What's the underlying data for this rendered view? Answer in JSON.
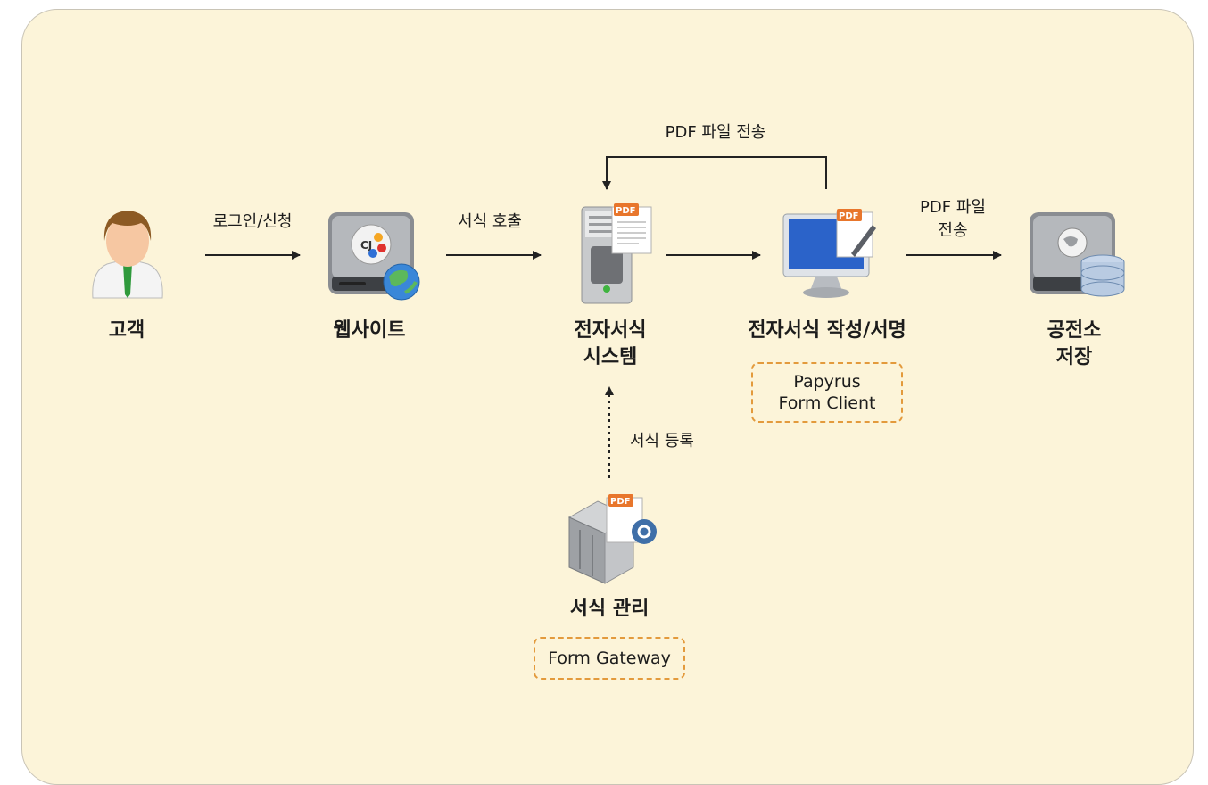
{
  "nodes": {
    "customer": "고객",
    "website": "웹사이트",
    "system": [
      "전자서식",
      "시스템"
    ],
    "signing": "전자서식 작성/서명",
    "notary": [
      "공전소",
      "저장"
    ],
    "management": "서식 관리"
  },
  "edges": {
    "login": "로그인/신청",
    "call": "서식 호출",
    "pdf_send_top": "PDF 파일 전송",
    "pdf_send_right": [
      "PDF 파일",
      "전송"
    ],
    "register": "서식 등록"
  },
  "boxes": {
    "client": [
      "Papyrus",
      "Form Client"
    ],
    "gateway": "Form Gateway"
  },
  "badges": {
    "pdf": "PDF",
    "cj": "CJ"
  },
  "colors": {
    "background": "#fcf4d9",
    "dashed_border": "#e39a3c",
    "arrow": "#222222",
    "pdf_badge": "#e8762c"
  }
}
